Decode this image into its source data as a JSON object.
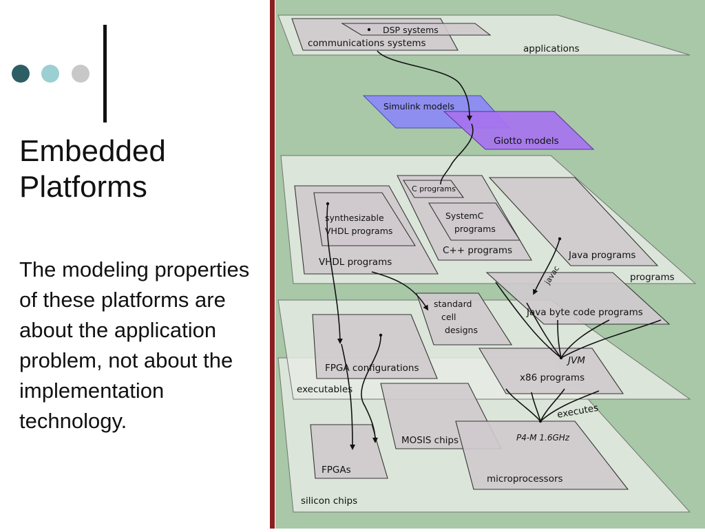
{
  "slide": {
    "title_lines": [
      "Embedded",
      "Platforms"
    ],
    "body": "The modeling properties of these platforms are about the application problem, not about the implementation technology.",
    "dots": [
      "#2d5e63",
      "#9ccfd2",
      "#c8c8c8"
    ],
    "colors": {
      "panel_bg": "#a8c8a8",
      "accent_stripe": "#8a1f1f",
      "layer_fill": "#e6ece4",
      "box_fill": "#cfcacd",
      "simulink_fill": "#8e8ef0",
      "giotto_fill": "#a673ef"
    }
  },
  "diagram": {
    "layer_applications": "applications",
    "layer_programs": "programs",
    "layer_executables": "executables",
    "layer_silicon": "silicon chips",
    "box_dsp": "DSP systems",
    "box_comm": "communications systems",
    "box_simulink": "Simulink models",
    "box_giotto": "Giotto models",
    "box_cprog": "C programs",
    "box_systemc_1": "SystemC",
    "box_systemc_2": "programs",
    "box_cpp": "C++ programs",
    "box_synth_1": "synthesizable",
    "box_synth_2": "VHDL programs",
    "box_vhdl": "VHDL programs",
    "box_java": "Java programs",
    "label_javac": "javac",
    "box_bytecode": "Java byte code programs",
    "box_stdcell_1": "standard",
    "box_stdcell_2": "cell",
    "box_stdcell_3": "designs",
    "box_fpga_config": "FPGA configurations",
    "label_jvm": "JVM",
    "box_x86": "x86 programs",
    "label_executes": "executes",
    "box_mosis": "MOSIS chips",
    "label_p4m": "P4-M 1.6GHz",
    "box_micro": "microprocessors",
    "box_fpgas": "FPGAs"
  }
}
